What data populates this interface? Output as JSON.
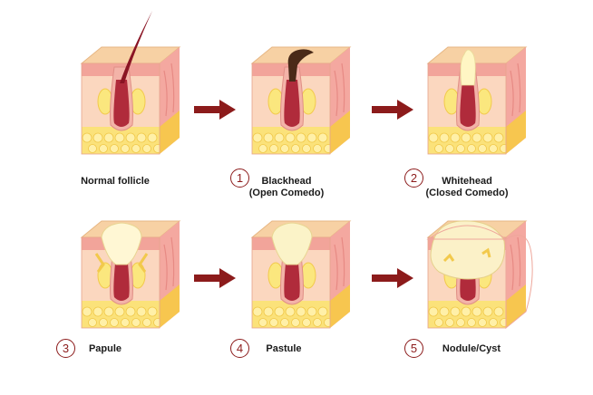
{
  "stages": [
    {
      "id": "normal",
      "label": "Normal follicle",
      "sublabel": "",
      "number": ""
    },
    {
      "id": "blackhead",
      "label": "Blackhead",
      "sublabel": "(Open Comedo)",
      "number": "1"
    },
    {
      "id": "whitehead",
      "label": "Whitehead",
      "sublabel": "(Closed Comedo)",
      "number": "2"
    },
    {
      "id": "papule",
      "label": "Papule",
      "sublabel": "",
      "number": "3"
    },
    {
      "id": "pastule",
      "label": "Pastule",
      "sublabel": "",
      "number": "4"
    },
    {
      "id": "nodule",
      "label": "Nodule/Cyst",
      "sublabel": "",
      "number": "5"
    }
  ],
  "colors": {
    "arrow": "#8c1b1b",
    "number_ring": "#8c1b1b",
    "skin_surface": "#f7d1a4",
    "epidermis": "#f2a49a",
    "dermis": "#fbd7bf",
    "fat": "#fbe27a",
    "follicle": "#b02b3b",
    "sebum": "#fff6c4",
    "blackhead_plug": "#4a2a18",
    "hair": "#8a1424"
  }
}
